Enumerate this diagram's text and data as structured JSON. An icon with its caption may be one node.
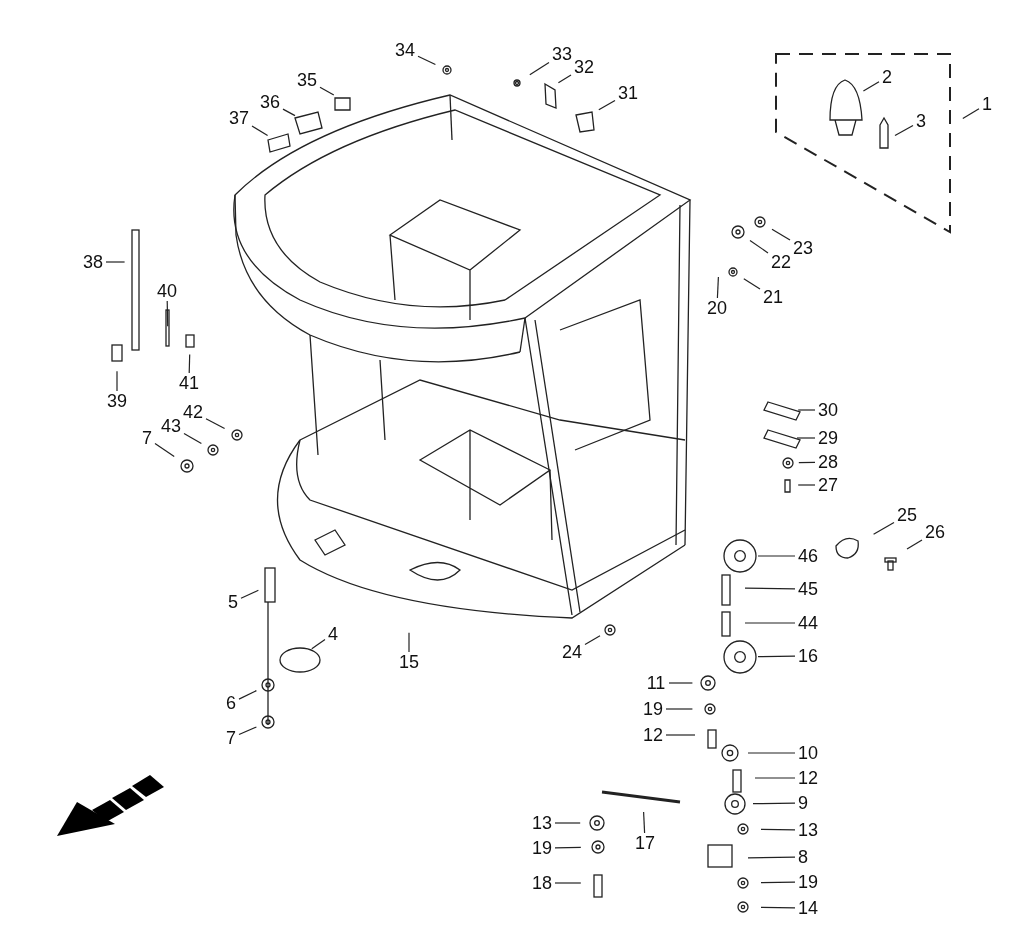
{
  "diagram": {
    "nodes": [
      {
        "text": [
          "34"
        ]
      },
      {
        "text": [
          "33"
        ]
      },
      {
        "text": [
          "32"
        ]
      },
      {
        "text": [
          "2"
        ]
      },
      {
        "text": [
          "35"
        ]
      },
      {
        "text": [
          "31"
        ]
      },
      {
        "text": [
          "36"
        ]
      },
      {
        "text": [
          "1"
        ]
      },
      {
        "text": [
          "37"
        ]
      },
      {
        "text": [
          "3"
        ]
      },
      {
        "text": [
          "23"
        ]
      },
      {
        "text": [
          "22"
        ]
      },
      {
        "text": [
          "38"
        ]
      },
      {
        "text": [
          "40"
        ]
      },
      {
        "text": [
          "21"
        ]
      },
      {
        "text": [
          "20"
        ]
      },
      {
        "text": [
          "41"
        ]
      },
      {
        "text": [
          "39"
        ]
      },
      {
        "text": [
          "30"
        ]
      },
      {
        "text": [
          "42"
        ]
      },
      {
        "text": [
          "43"
        ]
      },
      {
        "text": [
          "7"
        ]
      },
      {
        "text": [
          "29"
        ]
      },
      {
        "text": [
          "28"
        ]
      },
      {
        "text": [
          "27"
        ]
      },
      {
        "text": [
          "25"
        ]
      },
      {
        "text": [
          "26"
        ]
      },
      {
        "text": [
          "46"
        ]
      },
      {
        "text": [
          "45"
        ]
      },
      {
        "text": [
          "5"
        ]
      },
      {
        "text": [
          "44"
        ]
      },
      {
        "text": [
          "4"
        ]
      },
      {
        "text": [
          "24"
        ]
      },
      {
        "text": [
          "16"
        ]
      },
      {
        "text": [
          "15"
        ]
      },
      {
        "text": [
          "11"
        ]
      },
      {
        "text": [
          "6"
        ]
      },
      {
        "text": [
          "19"
        ]
      },
      {
        "text": [
          "12"
        ]
      },
      {
        "text": [
          "7"
        ]
      },
      {
        "text": [
          "10"
        ]
      },
      {
        "text": [
          "12"
        ]
      },
      {
        "text": [
          "9"
        ]
      },
      {
        "text": [
          "13"
        ]
      },
      {
        "text": [
          "13"
        ]
      },
      {
        "text": [
          "17"
        ]
      },
      {
        "text": [
          "19"
        ]
      },
      {
        "text": [
          "8"
        ]
      },
      {
        "text": [
          "19"
        ]
      },
      {
        "text": [
          "18"
        ]
      },
      {
        "text": [
          "14"
        ]
      }
    ],
    "edges": [
      {
        "from": 0,
        "to": null,
        "arrow": "none"
      },
      {
        "from": 1,
        "to": null,
        "arrow": "none"
      },
      {
        "from": 2,
        "to": null,
        "arrow": "none"
      },
      {
        "from": 3,
        "to": null,
        "arrow": "none"
      },
      {
        "from": 4,
        "to": null,
        "arrow": "none"
      },
      {
        "from": 5,
        "to": null,
        "arrow": "none"
      },
      {
        "from": 6,
        "to": null,
        "arrow": "none"
      },
      {
        "from": 7,
        "to": null,
        "arrow": "none"
      },
      {
        "from": 8,
        "to": null,
        "arrow": "none"
      },
      {
        "from": 9,
        "to": null,
        "arrow": "none"
      },
      {
        "from": 10,
        "to": null,
        "arrow": "none"
      },
      {
        "from": 11,
        "to": null,
        "arrow": "none"
      },
      {
        "from": 12,
        "to": null,
        "arrow": "none"
      },
      {
        "from": 13,
        "to": null,
        "arrow": "none"
      },
      {
        "from": 14,
        "to": null,
        "arrow": "none"
      },
      {
        "from": 15,
        "to": null,
        "arrow": "none"
      },
      {
        "from": 16,
        "to": null,
        "arrow": "none"
      },
      {
        "from": 17,
        "to": null,
        "arrow": "none"
      },
      {
        "from": 18,
        "to": null,
        "arrow": "none"
      },
      {
        "from": 19,
        "to": null,
        "arrow": "none"
      },
      {
        "from": 20,
        "to": null,
        "arrow": "none"
      },
      {
        "from": 21,
        "to": null,
        "arrow": "none"
      },
      {
        "from": 22,
        "to": null,
        "arrow": "none"
      },
      {
        "from": 23,
        "to": null,
        "arrow": "none"
      },
      {
        "from": 24,
        "to": null,
        "arrow": "none"
      },
      {
        "from": 25,
        "to": null,
        "arrow": "none"
      },
      {
        "from": 26,
        "to": null,
        "arrow": "none"
      },
      {
        "from": 27,
        "to": null,
        "arrow": "none"
      },
      {
        "from": 28,
        "to": null,
        "arrow": "none"
      },
      {
        "from": 29,
        "to": null,
        "arrow": "none"
      },
      {
        "from": 30,
        "to": null,
        "arrow": "none"
      },
      {
        "from": 31,
        "to": null,
        "arrow": "none"
      },
      {
        "from": 32,
        "to": null,
        "arrow": "none"
      },
      {
        "from": 33,
        "to": null,
        "arrow": "none"
      },
      {
        "from": 34,
        "to": null,
        "arrow": "none"
      },
      {
        "from": 35,
        "to": null,
        "arrow": "none"
      },
      {
        "from": 36,
        "to": null,
        "arrow": "none"
      },
      {
        "from": 37,
        "to": null,
        "arrow": "none"
      },
      {
        "from": 38,
        "to": null,
        "arrow": "none"
      },
      {
        "from": 39,
        "to": null,
        "arrow": "none"
      },
      {
        "from": 40,
        "to": null,
        "arrow": "none"
      },
      {
        "from": 41,
        "to": null,
        "arrow": "none"
      },
      {
        "from": 42,
        "to": null,
        "arrow": "none"
      },
      {
        "from": 43,
        "to": null,
        "arrow": "none"
      },
      {
        "from": 44,
        "to": null,
        "arrow": "none"
      },
      {
        "from": 45,
        "to": null,
        "arrow": "none"
      },
      {
        "from": 46,
        "to": null,
        "arrow": "none"
      },
      {
        "from": 47,
        "to": null,
        "arrow": "none"
      },
      {
        "from": 48,
        "to": null,
        "arrow": "none"
      },
      {
        "from": 49,
        "to": null,
        "arrow": "none"
      },
      {
        "from": 50,
        "to": null,
        "arrow": "none"
      }
    ]
  }
}
